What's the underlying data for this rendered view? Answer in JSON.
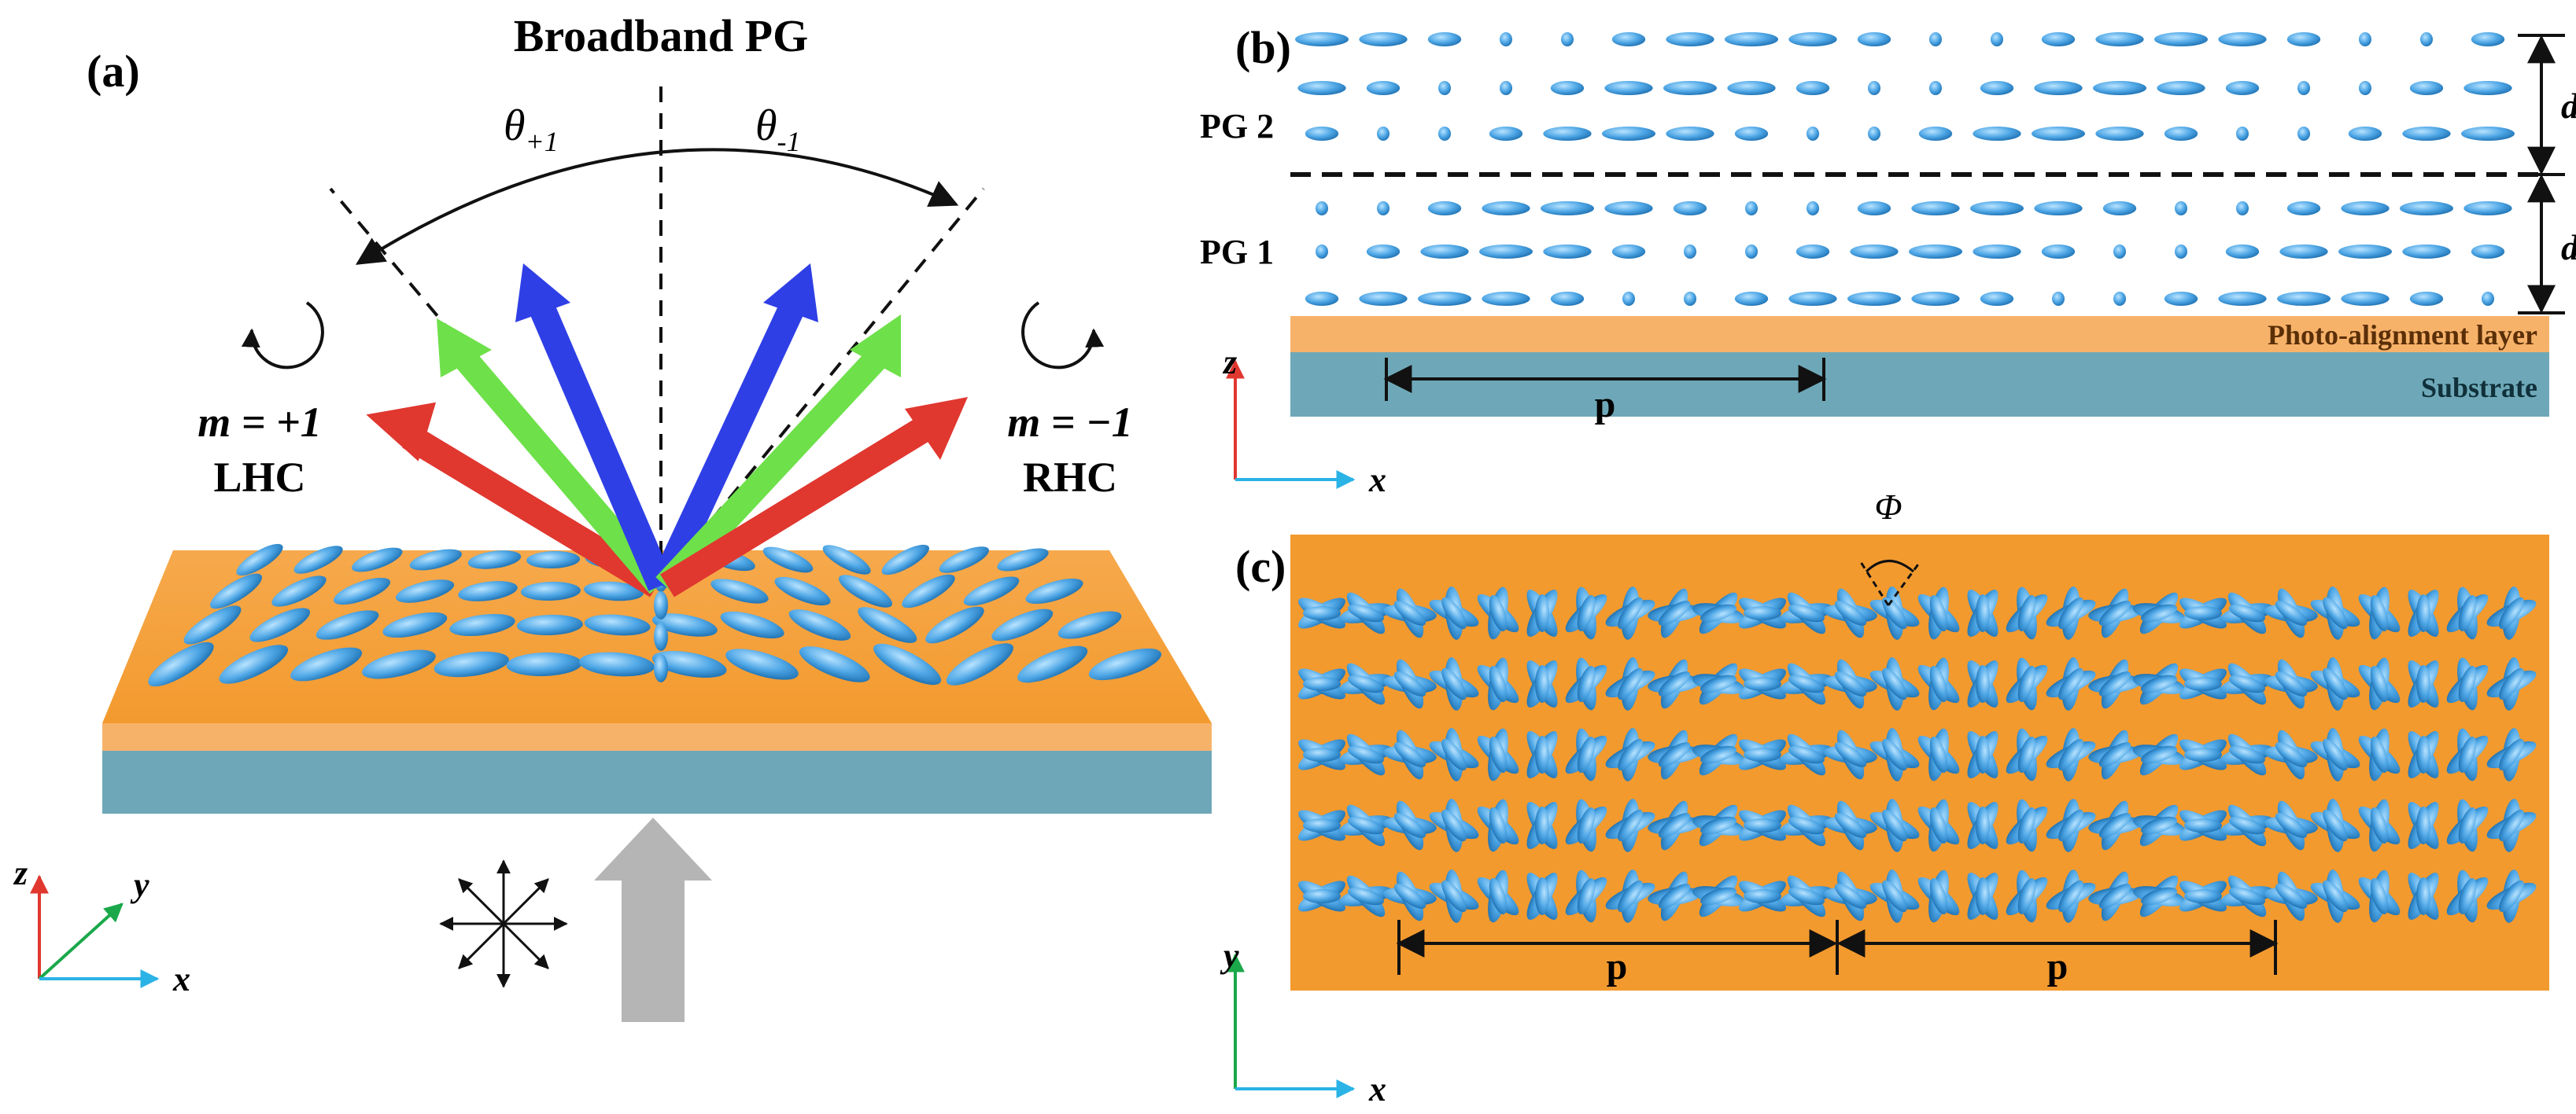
{
  "panels": {
    "a": {
      "label": "(a)",
      "title": "Broadband PG",
      "theta_plus": "θ",
      "theta_plus_sub": "+1",
      "theta_minus": "θ",
      "theta_minus_sub": "-1",
      "m_left": "m = +1",
      "m_left_hand": "LHC",
      "m_right": "m = −1",
      "m_right_hand": "RHC",
      "axes": {
        "z": "z",
        "y": "y",
        "x": "x"
      }
    },
    "b": {
      "label": "(b)",
      "pg2": "PG 2",
      "pg1": "PG 1",
      "d_upper": "d",
      "d_lower": "d",
      "layer": "Photo-alignment layer",
      "substrate": "Substrate",
      "period": "p",
      "axes": {
        "z": "z",
        "x": "x"
      }
    },
    "c": {
      "label": "(c)",
      "phi": "Φ",
      "period_1": "p",
      "period_2": "p",
      "axes": {
        "y": "y",
        "x": "x"
      }
    }
  },
  "colors": {
    "orange": "#f39a2e",
    "orange_light": "#f7b26a",
    "teal": "#6ea8b8",
    "lc_blue": "#4fa7e6",
    "red": "#e0372f",
    "green": "#6ee04a",
    "blue": "#2f3fe6",
    "gray_arrow": "#b5b5b5"
  }
}
